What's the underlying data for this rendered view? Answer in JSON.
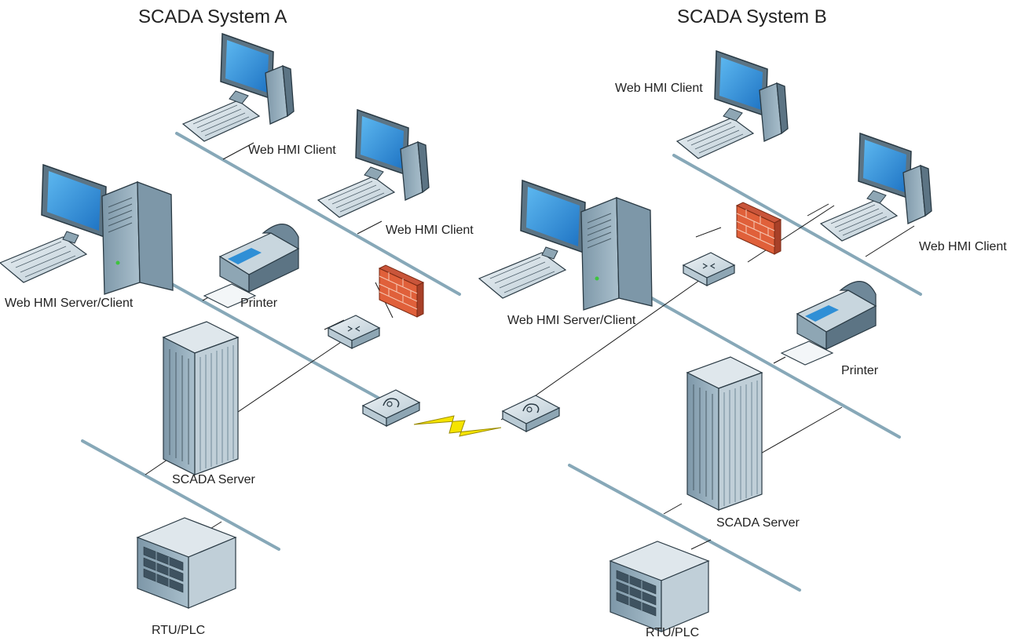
{
  "systems": [
    {
      "title": "SCADA System A",
      "labels": {
        "web_hmi_client_1": "Web HMI Client",
        "web_hmi_client_2": "Web HMI Client",
        "web_hmi_server_client": "Web HMI Server/Client",
        "printer": "Printer",
        "scada_server": "SCADA Server",
        "rtu_plc": "RTU/PLC"
      }
    },
    {
      "title": "SCADA System B",
      "labels": {
        "web_hmi_client_1": "Web HMI Client",
        "web_hmi_client_2": "Web HMI Client",
        "web_hmi_server_client": "Web HMI Server/Client",
        "printer": "Printer",
        "scada_server": "SCADA Server",
        "rtu_plc": "RTU/PLC"
      }
    }
  ],
  "colors": {
    "lan_backbone": "#87a8b8",
    "connector": "#1a1a1a",
    "monitor_screen": "#2f8fd6",
    "device_body": "#9fb6c4",
    "firewall_brick": "#e0603a",
    "wireless_link": "#f5e400"
  },
  "icons": [
    "monitor-icon",
    "keyboard-icon",
    "tower-server-icon",
    "printer-icon",
    "firewall-icon",
    "router-icon",
    "modem-icon",
    "rack-server-icon",
    "rtu-plc-icon",
    "lightning-link-icon"
  ]
}
